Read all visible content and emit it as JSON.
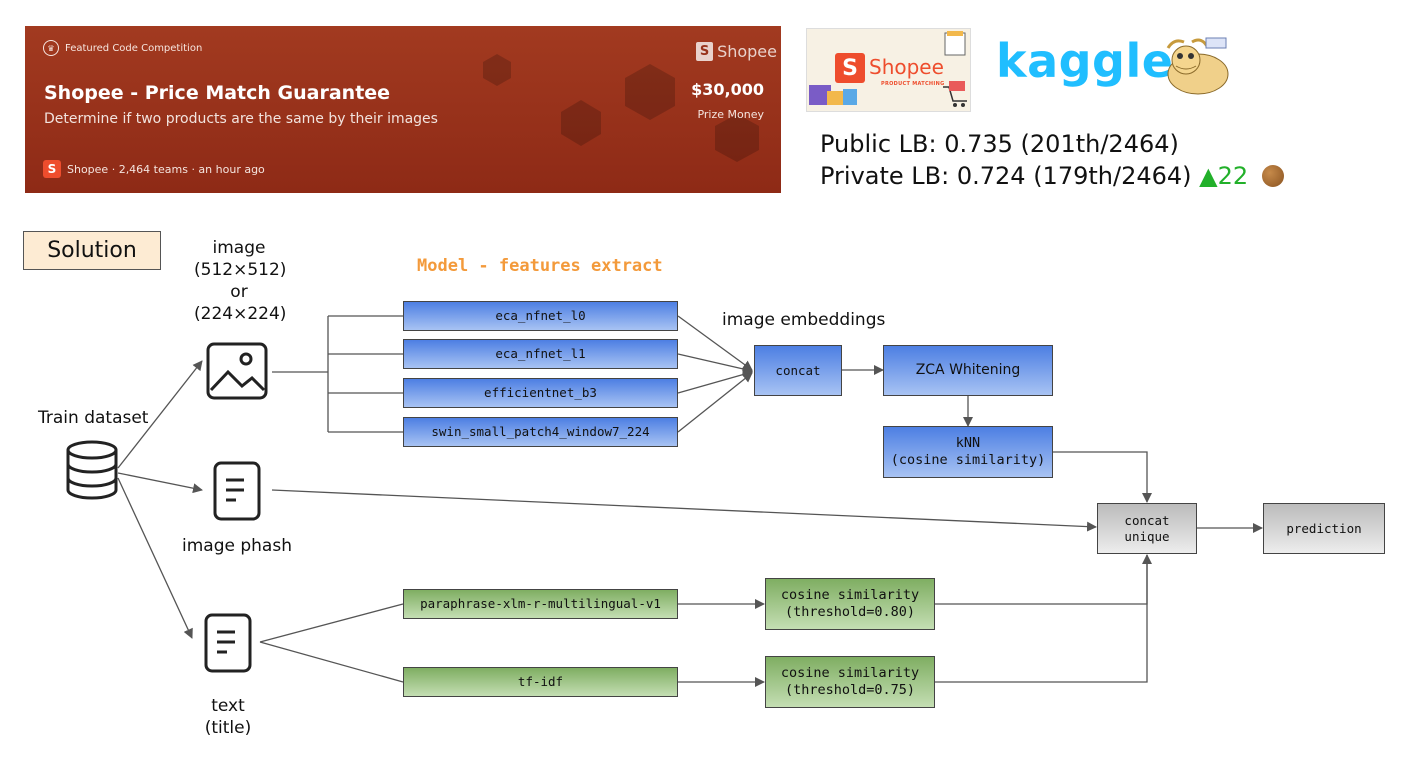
{
  "banner": {
    "badge": "Featured Code Competition",
    "title": "Shopee - Price Match Guarantee",
    "subtitle": "Determine if two products are the same by their images",
    "host_initial": "S",
    "meta": "Shopee · 2,464 teams · an hour ago",
    "prize_logo": "Shopee",
    "prize_amount": "$30,000",
    "prize_label": "Prize Money"
  },
  "logos": {
    "shopee_initial": "S",
    "shopee_word": "Shopee",
    "shopee_tag": "PRODUCT MATCHING",
    "kaggle": "kaggle"
  },
  "leaderboard": {
    "public": "Public LB: 0.735 (201th/2464)",
    "private": "Private LB: 0.724 (179th/2464)",
    "delta": "▲22"
  },
  "diagram": {
    "solution": "Solution",
    "section_title": "Model - features extract",
    "train_dataset": "Train dataset",
    "image_label": [
      "image",
      "(512×512)",
      "or",
      "(224×224)"
    ],
    "image_phash": "image phash",
    "text_label": [
      "text",
      "(title)"
    ],
    "image_embeddings": "image embeddings",
    "models": [
      "eca_nfnet_l0",
      "eca_nfnet_l1",
      "efficientnet_b3",
      "swin_small_patch4_window7_224"
    ],
    "concat": "concat",
    "zca": "ZCA Whitening",
    "knn": [
      "kNN",
      "(cosine similarity)"
    ],
    "concat_unique": [
      "concat",
      "unique"
    ],
    "prediction": "prediction",
    "text_models": [
      "paraphrase-xlm-r-multilingual-v1",
      "tf-idf"
    ],
    "cos_sim_1": [
      "cosine similarity",
      "(threshold=0.80)"
    ],
    "cos_sim_2": [
      "cosine similarity",
      "(threshold=0.75)"
    ]
  },
  "colors": {
    "banner": "#8e2a16",
    "kaggle": "#20beff",
    "shopee": "#ee4d2d",
    "model_blue": "#4d7fe3",
    "text_green": "#7fae62",
    "section_orange": "#f39a3b",
    "delta_green": "#22b02a"
  }
}
